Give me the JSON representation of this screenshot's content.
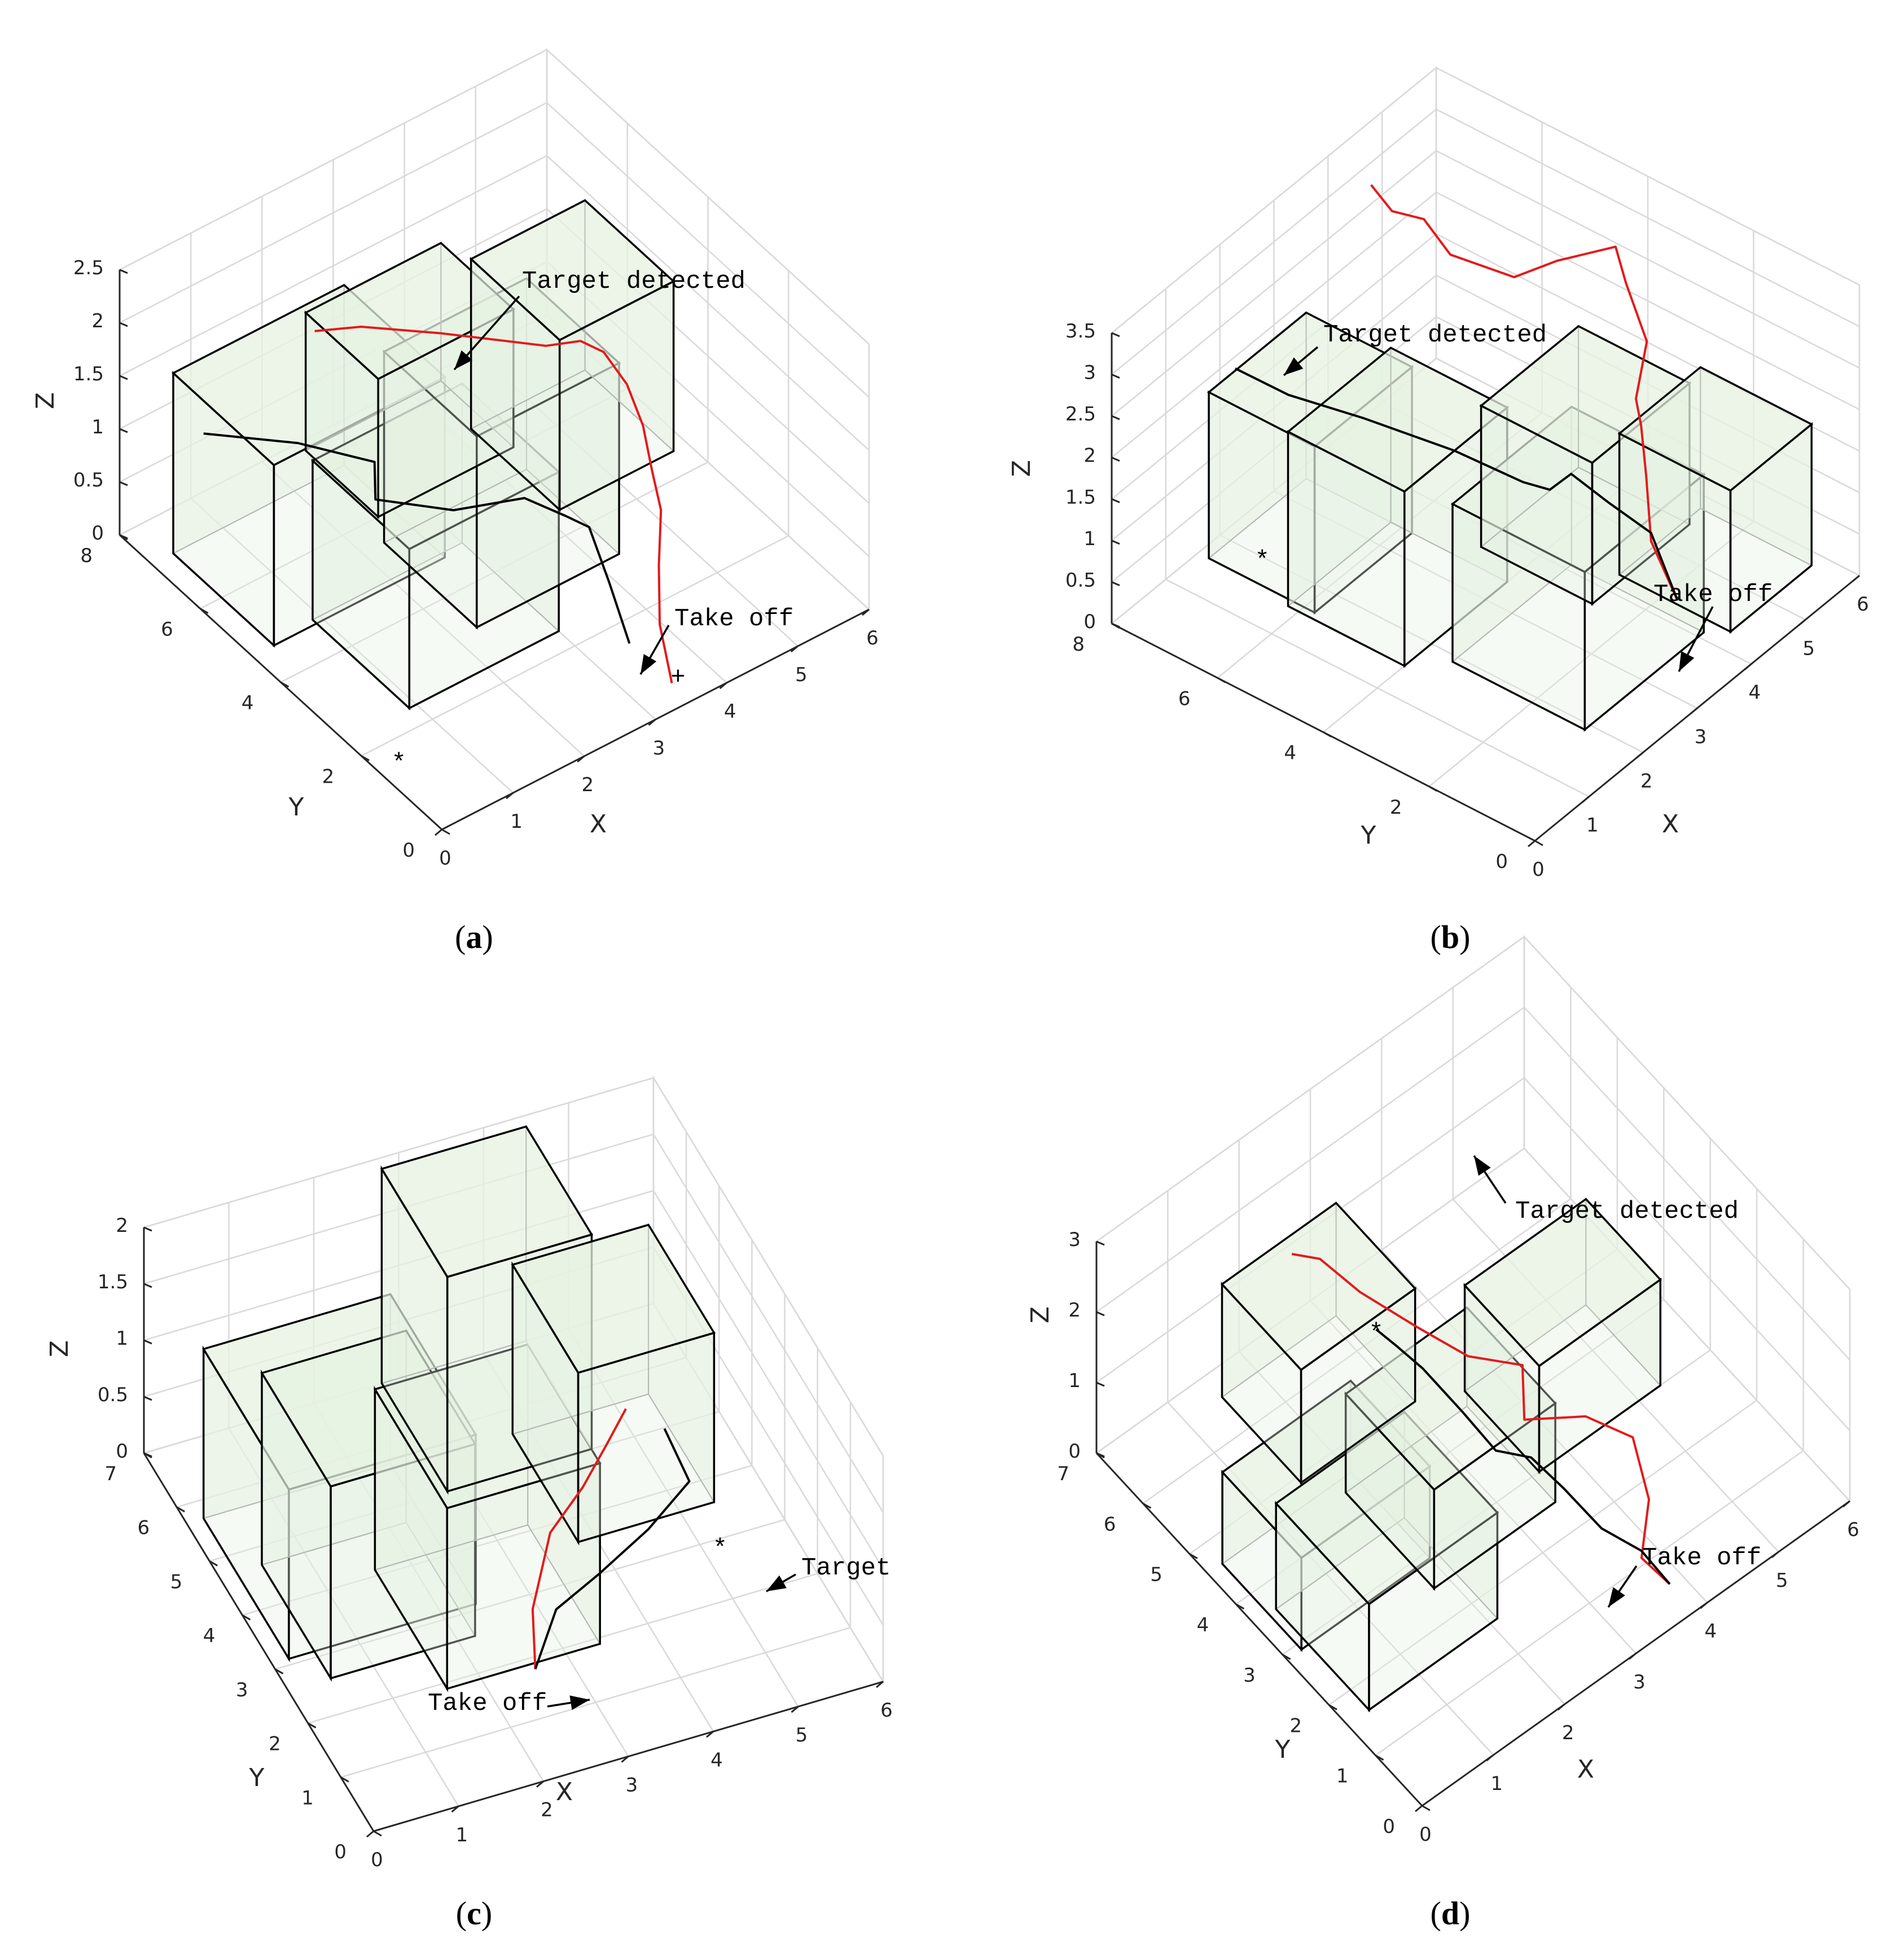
{
  "chart_data": [
    {
      "type": "3d-line",
      "panel": "a",
      "caption_letter": "a",
      "xlabel": "X",
      "ylabel": "Y",
      "zlabel": "Z",
      "xlim": [
        0,
        6
      ],
      "ylim": [
        0,
        8
      ],
      "zlim": [
        0,
        2.5
      ],
      "xticks": [
        "0",
        "1",
        "2",
        "3",
        "4",
        "5",
        "6"
      ],
      "yticks": [
        "0",
        "2",
        "4",
        "6",
        "8"
      ],
      "zticks": [
        "0",
        "0.5",
        "1",
        "1.5",
        "2",
        "2.5"
      ],
      "annotations": [
        {
          "text": "Target detected"
        },
        {
          "text": "Take off"
        }
      ],
      "markers": [
        "*",
        "+"
      ],
      "series": [
        {
          "color": "#e31a1c",
          "description": "red path"
        },
        {
          "color": "#000000",
          "description": "black path"
        }
      ]
    },
    {
      "type": "3d-line",
      "panel": "b",
      "caption_letter": "b",
      "xlabel": "X",
      "ylabel": "Y",
      "zlabel": "Z",
      "xlim": [
        0,
        6
      ],
      "ylim": [
        0,
        8
      ],
      "zlim": [
        0,
        3.5
      ],
      "xticks": [
        "0",
        "1",
        "2",
        "3",
        "4",
        "5",
        "6"
      ],
      "yticks": [
        "0",
        "2",
        "4",
        "6",
        "8"
      ],
      "zticks": [
        "0",
        "0.5",
        "1",
        "1.5",
        "2",
        "2.5",
        "3",
        "3.5"
      ],
      "annotations": [
        {
          "text": "Target detected"
        },
        {
          "text": "Take off"
        }
      ],
      "markers": [
        "*"
      ],
      "series": [
        {
          "color": "#e31a1c"
        },
        {
          "color": "#000000"
        }
      ]
    },
    {
      "type": "3d-line",
      "panel": "c",
      "caption_letter": "c",
      "xlabel": "X",
      "ylabel": "Y",
      "zlabel": "Z",
      "xlim": [
        0,
        6
      ],
      "ylim": [
        0,
        7
      ],
      "zlim": [
        0,
        2
      ],
      "xticks": [
        "0",
        "1",
        "2",
        "3",
        "4",
        "5",
        "6"
      ],
      "yticks": [
        "0",
        "1",
        "2",
        "3",
        "4",
        "5",
        "6",
        "7"
      ],
      "zticks": [
        "0",
        "0.5",
        "1",
        "1.5",
        "2"
      ],
      "annotations": [
        {
          "text": "Target"
        },
        {
          "text": "Take off"
        }
      ],
      "markers": [
        "*"
      ],
      "series": [
        {
          "color": "#e31a1c"
        },
        {
          "color": "#000000"
        }
      ]
    },
    {
      "type": "3d-line",
      "panel": "d",
      "caption_letter": "d",
      "xlabel": "X",
      "ylabel": "Y",
      "zlabel": "Z",
      "xlim": [
        0,
        6
      ],
      "ylim": [
        0,
        7
      ],
      "zlim": [
        0,
        3
      ],
      "xticks": [
        "0",
        "1",
        "2",
        "3",
        "4",
        "5",
        "6"
      ],
      "yticks": [
        "0",
        "1",
        "2",
        "3",
        "4",
        "5",
        "6",
        "7"
      ],
      "zticks": [
        "0",
        "1",
        "2",
        "3"
      ],
      "annotations": [
        {
          "text": "Target detected"
        },
        {
          "text": "Take off"
        }
      ],
      "markers": [
        "*"
      ],
      "series": [
        {
          "color": "#e31a1c"
        },
        {
          "color": "#000000"
        }
      ]
    }
  ],
  "colors": {
    "grid": "#d9d9d9",
    "axis": "#262626",
    "box_fill": "#e6f2e1",
    "box_edge": "#000000",
    "path_red": "#e31a1c",
    "path_black": "#000000"
  }
}
